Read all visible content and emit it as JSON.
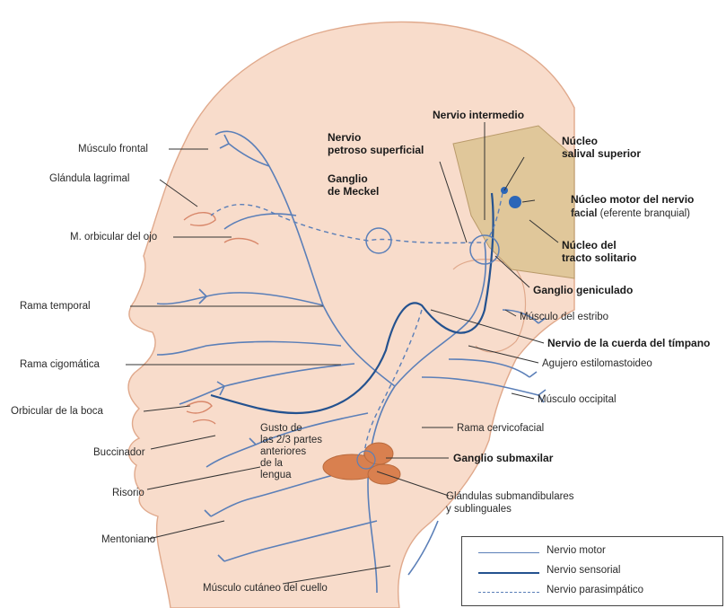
{
  "labels": {
    "musculo_frontal": "Músculo frontal",
    "glandula_lagrimal": "Glándula lagrimal",
    "orbicular_ojo": "M. orbicular del ojo",
    "rama_temporal": "Rama temporal",
    "rama_cigomatica": "Rama cigomática",
    "orbicular_boca": "Orbicular de la boca",
    "buccinador": "Buccinador",
    "risorio": "Risorio",
    "mentoniano": "Mentoniano",
    "cutaneo_cuello": "Músculo cutáneo del cuello",
    "nervio_petroso": "Nervio\npetroso superficial",
    "ganglio_meckel": "Ganglio\nde Meckel",
    "nervio_intermedio": "Nervio intermedio",
    "nucleo_salival": "Núcleo\nsalival superior",
    "nucleo_motor_1": "Núcleo motor del nervio",
    "nucleo_motor_2a": "facial",
    "nucleo_motor_2b": "(eferente branquial)",
    "nucleo_tracto": "Núcleo del\ntracto solitario",
    "ganglio_geniculado": "Ganglio geniculado",
    "musculo_estribo": "Músculo del estribo",
    "cuerda_timpano": "Nervio de la cuerda del tímpano",
    "agujero_estilomastoideo": "Agujero estilomastoideo",
    "musculo_occipital": "Músculo occipital",
    "rama_cervicofacial": "Rama cervicofacial",
    "gusto": "Gusto de\nlas 2/3 partes\nanteriores\nde la\nlengua",
    "ganglio_submaxilar": "Ganglio submaxilar",
    "glandulas_sub": "Glándulas submandibulares\ny sublinguales"
  },
  "legend": {
    "motor": "Nervio motor",
    "sensorial": "Nervio sensorial",
    "parasimpatico": "Nervio parasimpático"
  },
  "colors": {
    "skin": "#f8dccb",
    "skin_outline": "#e0a98c",
    "brainstem": "#e0c79a",
    "motor": "#5b7fb8",
    "sensorial": "#24528f",
    "gland": "#d9804f",
    "nucleus": "#2c66b8"
  }
}
